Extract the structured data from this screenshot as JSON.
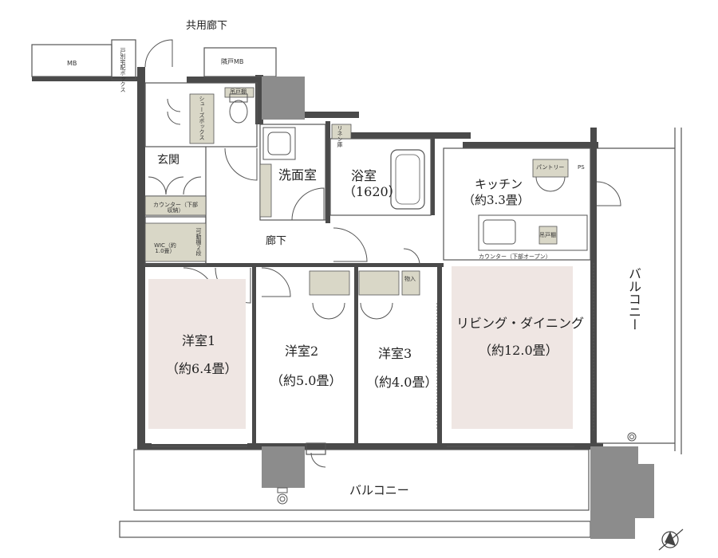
{
  "labels": {
    "corridor_shared": "共用廊下",
    "mb_left": "MB",
    "mb_right": "隣戸MB",
    "delivery_box": "戸別宅配ボックス",
    "shoe_box": "シューズボックス",
    "upper_shelf": "吊戸棚",
    "linen": "リネン庫",
    "pantry": "パントリー",
    "ps": "PS",
    "entrance": "玄関",
    "counter_left": "カウンター（下部収納）",
    "wic": "WIC（約1.0畳）",
    "movable_shelf": "可動棚２段",
    "washroom": "洗面室",
    "bath": "浴室",
    "bath_size": "（1620）",
    "kitchen": "キッチン",
    "kitchen_size": "（約3.3畳）",
    "upper_shelf_kitchen": "吊戸棚",
    "counter_kitchen": "カウンター（下部オープン）",
    "hallway": "廊下",
    "storage": "物入",
    "room1": "洋室1",
    "room1_size": "（約6.4畳）",
    "room2": "洋室2",
    "room2_size": "（約5.0畳）",
    "room3": "洋室3",
    "room3_size": "（約4.0畳）",
    "living": "リビング・ダイニング",
    "living_size": "（約12.0畳）",
    "balcony_right": "バルコニー",
    "balcony_bottom": "バルコニー"
  },
  "colors": {
    "wall": "#4a4a4a",
    "line": "#555555",
    "room_tint": "#efe6e3",
    "fixture": "#d9d7c7",
    "column": "#8c8c8c"
  }
}
